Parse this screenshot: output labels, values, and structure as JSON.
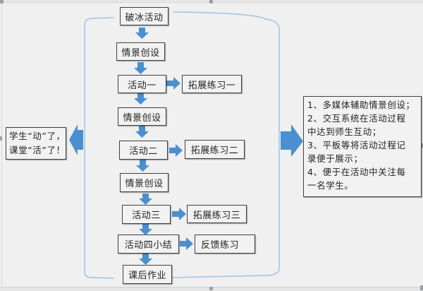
{
  "flow": {
    "steps": [
      {
        "label": "破冰活动"
      },
      {
        "label": "情景创设"
      },
      {
        "label": "活动一"
      },
      {
        "label": "情景创设"
      },
      {
        "label": "活动二"
      },
      {
        "label": "情景创设"
      },
      {
        "label": "活动三"
      },
      {
        "label": "活动四小结"
      },
      {
        "label": "课后作业"
      }
    ],
    "branches": [
      {
        "from": "活动一",
        "label": "拓展练习一"
      },
      {
        "from": "活动二",
        "label": "拓展练习二"
      },
      {
        "from": "活动三",
        "label": "拓展练习三"
      },
      {
        "from": "活动四小结",
        "label": "反馈练习"
      }
    ]
  },
  "outcome": {
    "lines": [
      "学生“动”了，",
      "课堂“活”了！"
    ]
  },
  "benefits": {
    "lines": [
      "1、多媒体辅助情景创设；",
      "2、交互系统在活动过程",
      "中达到师生互动；",
      "3、平板等将活动过程记",
      "录便于展示；",
      "4、便于在活动中关注每",
      "一名学生。"
    ]
  },
  "colors": {
    "arrow": "#4a8fd0",
    "bracket": "#9dc3e6",
    "box_border": "#404040"
  }
}
